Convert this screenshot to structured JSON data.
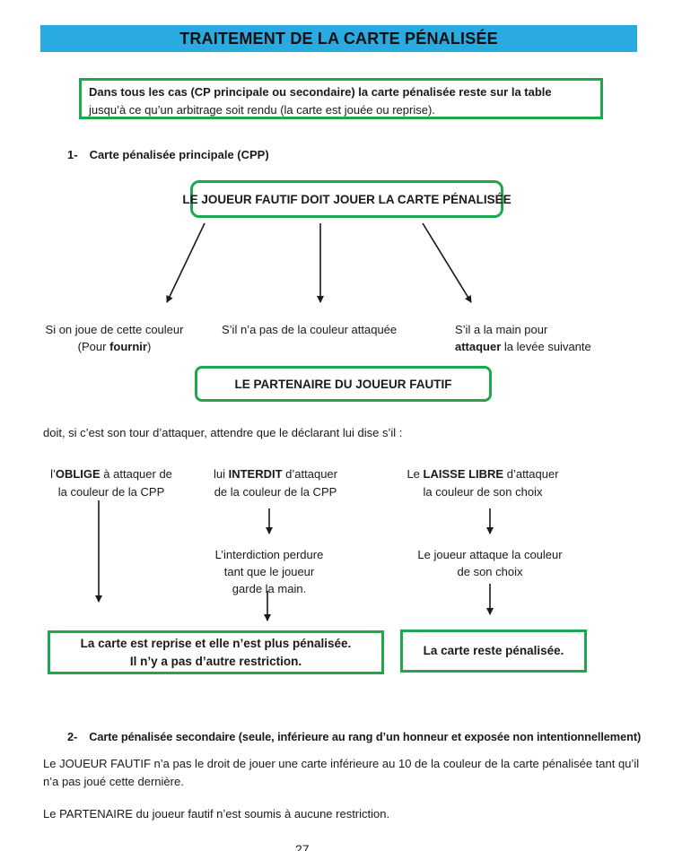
{
  "page": {
    "title": "TRAITEMENT DE LA CARTE PÉNALISÉE",
    "page_number": "27"
  },
  "colors": {
    "header_bg": "#29ABE2",
    "box_border": "#1FA750",
    "text": "#1A1A1A"
  },
  "intro_box": {
    "line1": "Dans tous les cas (CP principale ou secondaire) la carte pénalisée reste sur la table",
    "line2": "jusqu’à ce qu’un arbitrage soit rendu (la carte est jouée ou reprise)."
  },
  "section1": {
    "number": "1-",
    "heading": "Carte pénalisée principale (CPP)",
    "main_box": "LE JOUEUR FAUTIF DOIT JOUER LA CARTE PÉNALISÉE",
    "branch_left": {
      "line1": "Si on joue de cette couleur",
      "line2_pre": "(Pour ",
      "line2_bold": "fournir",
      "line2_post": ")"
    },
    "branch_mid": {
      "line1": "S’il n’a pas de la couleur attaquée"
    },
    "branch_right": {
      "line1": "S’il a la main pour",
      "line2_bold": "attaquer",
      "line2_post": " la levée suivante"
    },
    "partner_box": "LE PARTENAIRE DU JOUEUR FAUTIF",
    "partner_note": "doit, si c’est son tour d’attaquer, attendre que le déclarant lui dise s’il :",
    "option_oblige": {
      "pre": "l’",
      "bold": "OBLIGE",
      "post": " à attaquer de",
      "line2": "la couleur de la CPP"
    },
    "option_interdit": {
      "pre": "lui ",
      "bold": "INTERDIT",
      "post": " d’attaquer",
      "line2": "de la couleur de la CPP"
    },
    "option_libre": {
      "pre": "Le ",
      "bold": "LAISSE LIBRE",
      "post": " d’attaquer",
      "line2": "la couleur de son choix"
    },
    "interdit_note": [
      "L’interdiction perdure",
      "tant que le joueur",
      "garde la main."
    ],
    "libre_note": [
      "Le joueur attaque la couleur",
      "de son choix"
    ],
    "result_left": [
      "La carte est reprise et elle n’est plus pénalisée.",
      "Il n’y a pas d’autre restriction."
    ],
    "result_right": "La carte reste pénalisée."
  },
  "section2": {
    "number": "2-",
    "heading": "Carte pénalisée secondaire (seule, inférieure au rang d’un honneur et exposée non intentionnellement)",
    "para1_line1": "Le JOUEUR FAUTIF n’a pas le droit de jouer une carte inférieure au 10 de la couleur de la carte pénalisée tant qu’il",
    "para1_line2": "n’a pas joué cette dernière.",
    "para2": "Le PARTENAIRE du joueur fautif n’est soumis à aucune restriction."
  }
}
